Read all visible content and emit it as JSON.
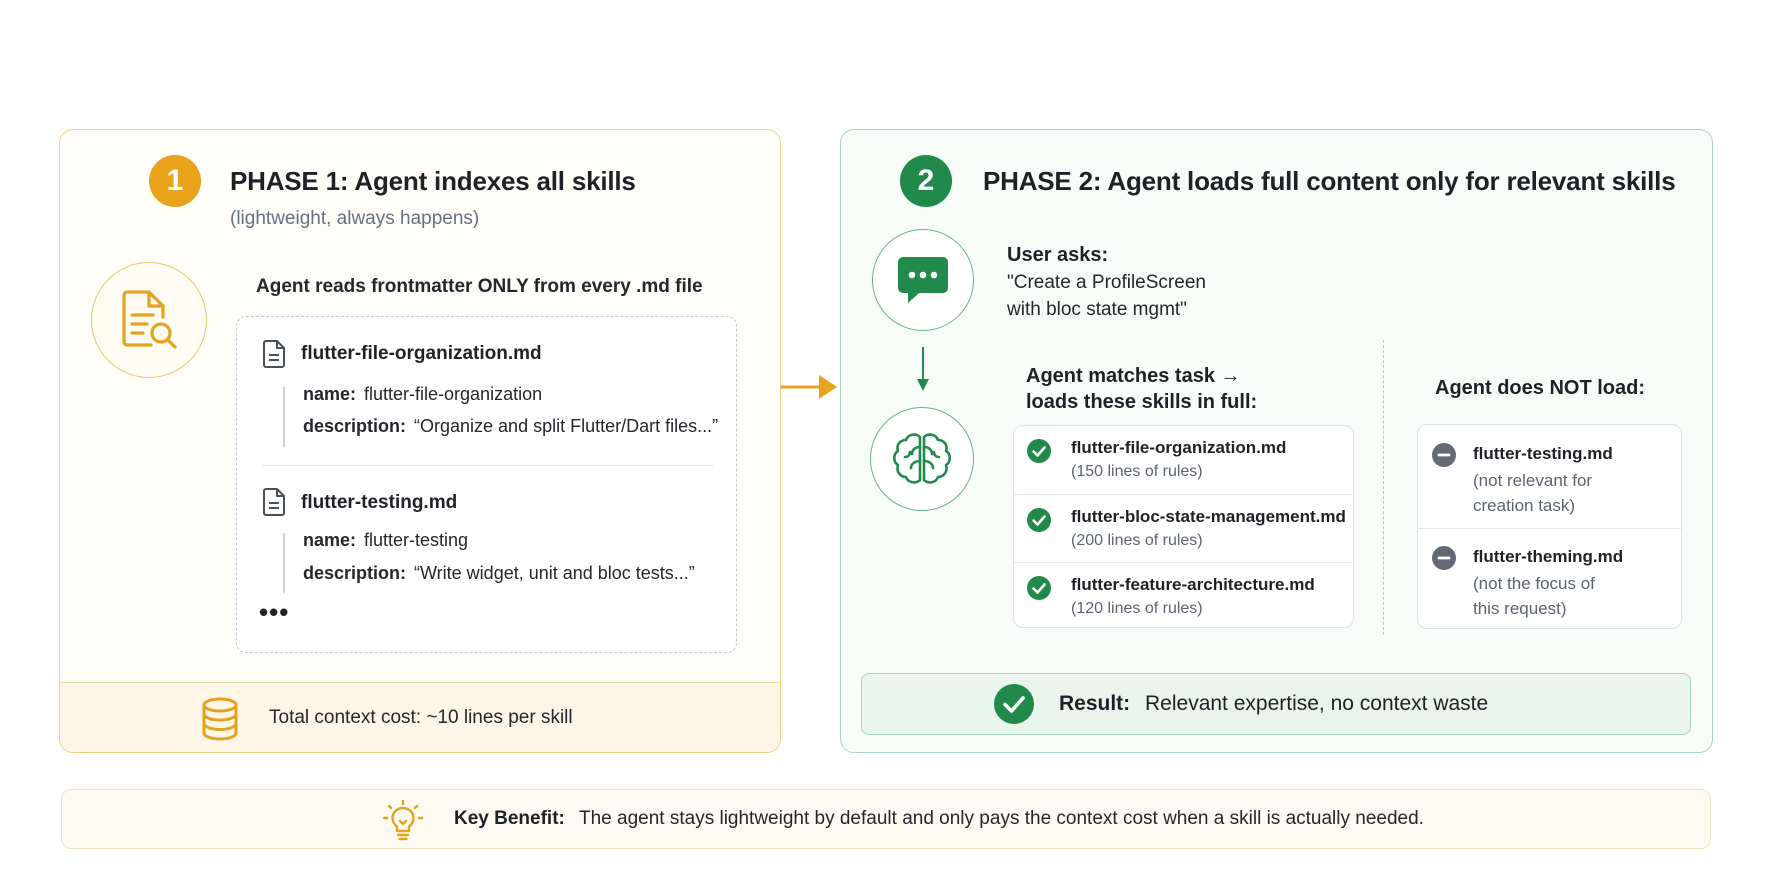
{
  "phase1": {
    "number": "1",
    "title": "PHASE 1: Agent indexes all skills",
    "subtitle": "(lightweight, always happens)",
    "caption": "Agent reads frontmatter ONLY from every .md file",
    "files": [
      {
        "filename": "flutter-file-organization.md",
        "name_label": "name:",
        "name_value": "flutter-file-organization",
        "desc_label": "description:",
        "desc_value": "“Organize and split Flutter/Dart files...”"
      },
      {
        "filename": "flutter-testing.md",
        "name_label": "name:",
        "name_value": "flutter-testing",
        "desc_label": "description:",
        "desc_value": "“Write widget, unit and bloc tests...”"
      }
    ],
    "ellipsis": "•••",
    "cost_text": "Total context cost:  ~10 lines per skill"
  },
  "phase2": {
    "number": "2",
    "title": "PHASE 2: Agent loads full content only for relevant skills",
    "user_asks_label": "User asks:",
    "user_asks_line1": "\"Create a ProfileScreen",
    "user_asks_line2": "with bloc state mgmt\"",
    "match_line1": "Agent matches task →",
    "match_line2": "loads these skills in full:",
    "loaded": [
      {
        "name": "flutter-file-organization.md",
        "detail": "(150 lines of rules)"
      },
      {
        "name": "flutter-bloc-state-management.md",
        "detail": "(200 lines of rules)"
      },
      {
        "name": "flutter-feature-architecture.md",
        "detail": "(120 lines of rules)"
      }
    ],
    "not_load_caption": "Agent does NOT load:",
    "not_loaded": [
      {
        "name": "flutter-testing.md",
        "detail_line1": "(not relevant for",
        "detail_line2": "creation task)"
      },
      {
        "name": "flutter-theming.md",
        "detail_line1": "(not the focus of",
        "detail_line2": "this request)"
      }
    ],
    "result_label": "Result:",
    "result_text": "Relevant expertise, no context waste"
  },
  "benefit": {
    "label": "Key Benefit:",
    "text": "The agent stays lightweight by default and only pays the context cost when a skill is actually needed."
  },
  "colors": {
    "amber": "#e8a21c",
    "green": "#218a4a",
    "gray_minus": "#636a75"
  }
}
